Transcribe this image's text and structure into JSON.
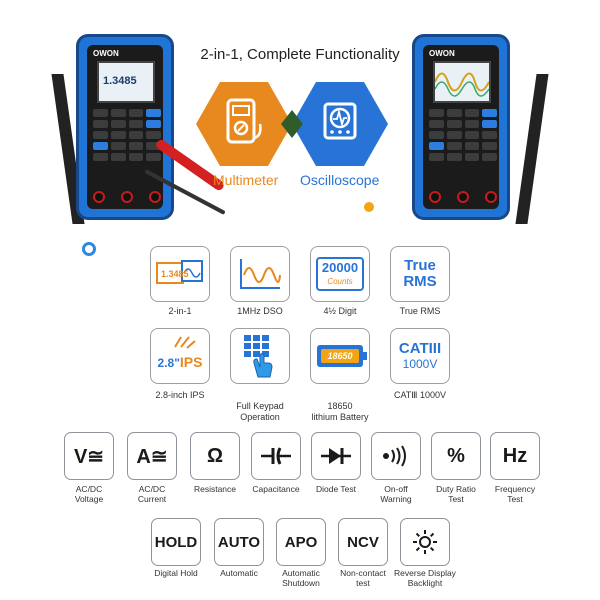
{
  "headline": "2-in-1, Complete Functionality",
  "brand": "OWON",
  "devices": {
    "left_screen_reading": "1.3485"
  },
  "modes": {
    "multimeter": "Multimeter",
    "oscilloscope": "Oscilloscope",
    "colors": {
      "multimeter": "#e8891f",
      "oscilloscope": "#2874d6"
    }
  },
  "features": [
    {
      "icon": "multimeter-scope-display-icon",
      "screen_text": "1.3485",
      "caption": "2-in-1"
    },
    {
      "icon": "sine-wave-icon",
      "caption": "1MHz DSO"
    },
    {
      "icon": "counts-badge-icon",
      "big": "20000",
      "small": "Counts",
      "caption": "4½ Digit"
    },
    {
      "icon": "true-rms-icon",
      "line1": "True",
      "line2": "RMS",
      "caption": "True RMS"
    },
    {
      "icon": "ips-screen-icon",
      "size_text": "2.8\"",
      "unit_text": "IPS",
      "caption": "2.8-inch IPS"
    },
    {
      "icon": "keypad-hand-icon",
      "caption": "Full Keypad\nOperation"
    },
    {
      "icon": "battery-icon",
      "battery_text": "18650",
      "caption": "18650\nlithium Battery"
    },
    {
      "icon": "cat-rating-icon",
      "line1": "CATIII",
      "line2": "1000V",
      "caption": "CATⅢ 1000V"
    }
  ],
  "functions_row1": [
    {
      "glyph": "V≅",
      "caption": "AC/DC\nVoltage"
    },
    {
      "glyph": "A≅",
      "caption": "AC/DC\nCurrent"
    },
    {
      "glyph": "Ω",
      "caption": "Resistance"
    },
    {
      "glyph": "⊣⊢",
      "caption": "Capacitance"
    },
    {
      "glyph": "▶|",
      "caption": "Diode Test"
    },
    {
      "glyph": "•)))",
      "caption": "On-off\nWarning"
    },
    {
      "glyph": "%",
      "caption": "Duty Ratio\nTest"
    },
    {
      "glyph": "Hz",
      "caption": "Frequency\nTest"
    }
  ],
  "functions_row2": [
    {
      "glyph": "HOLD",
      "caption": "Digital Hold"
    },
    {
      "glyph": "AUTO",
      "caption": "Automatic"
    },
    {
      "glyph": "APO",
      "caption": "Automatic\nShutdown"
    },
    {
      "glyph": "NCV",
      "caption": "Non-contact\ntest"
    },
    {
      "glyph": "☼",
      "caption": "Reverse Display\nBacklight"
    }
  ]
}
